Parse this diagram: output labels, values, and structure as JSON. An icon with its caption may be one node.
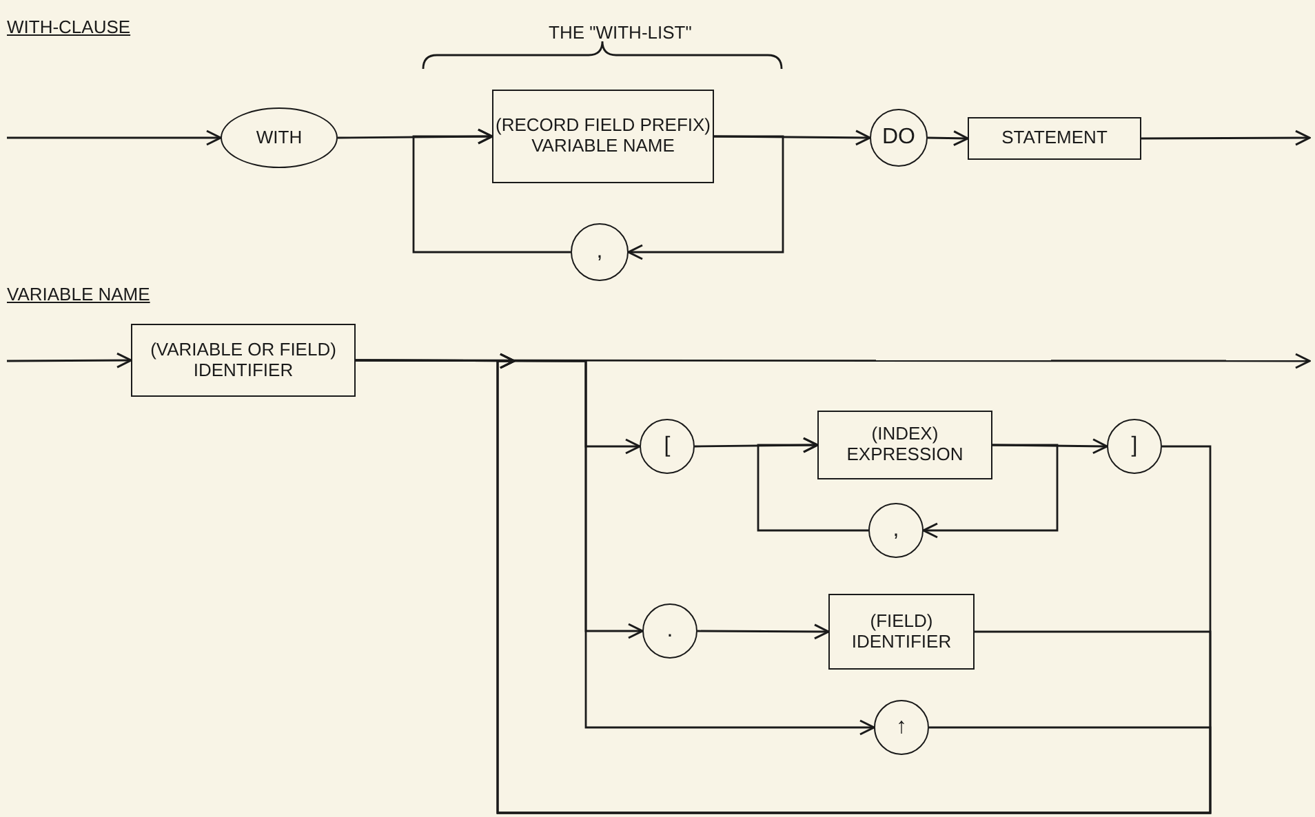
{
  "diagram": {
    "nodes": [
      {
        "text": [
          "WITH"
        ]
      },
      {
        "text": [
          "(RECORD FIELD PREFIX) VARIABLE NAME"
        ]
      },
      {
        "text": [
          ","
        ]
      },
      {
        "text": [
          "DO"
        ]
      },
      {
        "text": [
          "STATEMENT"
        ]
      },
      {
        "text": [
          "(VARIABLE OR FIELD) IDENTIFIER"
        ]
      },
      {
        "text": [
          "["
        ]
      },
      {
        "text": [
          "(INDEX) EXPRESSION"
        ]
      },
      {
        "text": [
          ","
        ]
      },
      {
        "text": [
          "]"
        ]
      },
      {
        "text": [
          "."
        ]
      },
      {
        "text": [
          "(FIELD) IDENTIFIER"
        ]
      },
      {
        "text": [
          "↑"
        ]
      }
    ],
    "edges": [
      {
        "from": null,
        "to": 0,
        "arrow": "to"
      },
      {
        "from": 0,
        "to": 1,
        "arrow": "to"
      },
      {
        "from": 1,
        "to": 2,
        "arrow": "to"
      },
      {
        "from": 2,
        "to": 1,
        "arrow": "to"
      },
      {
        "from": 1,
        "to": 3,
        "arrow": "to"
      },
      {
        "from": 3,
        "to": 4,
        "arrow": "to"
      },
      {
        "from": 4,
        "to": null,
        "arrow": "to"
      },
      {
        "from": null,
        "to": 5,
        "arrow": "to"
      },
      {
        "from": 5,
        "to": null,
        "arrow": "to"
      },
      {
        "from": 5,
        "to": 6,
        "arrow": "to"
      },
      {
        "from": 5,
        "to": 10,
        "arrow": "to"
      },
      {
        "from": 5,
        "to": 12,
        "arrow": "to"
      },
      {
        "from": 6,
        "to": 7,
        "arrow": "to"
      },
      {
        "from": 7,
        "to": 8,
        "arrow": "to"
      },
      {
        "from": 8,
        "to": 7,
        "arrow": "to"
      },
      {
        "from": 7,
        "to": 9,
        "arrow": "to"
      },
      {
        "from": 9,
        "to": null,
        "arrow": "to"
      },
      {
        "from": 11,
        "to": null,
        "arrow": "to"
      },
      {
        "from": 12,
        "to": null,
        "arrow": "to"
      },
      {
        "from": 10,
        "to": 11,
        "arrow": "to"
      }
    ],
    "labels": [
      "WITH-CLAUSE",
      "THE \"WITH-LIST\"",
      "VARIABLE NAME"
    ]
  }
}
